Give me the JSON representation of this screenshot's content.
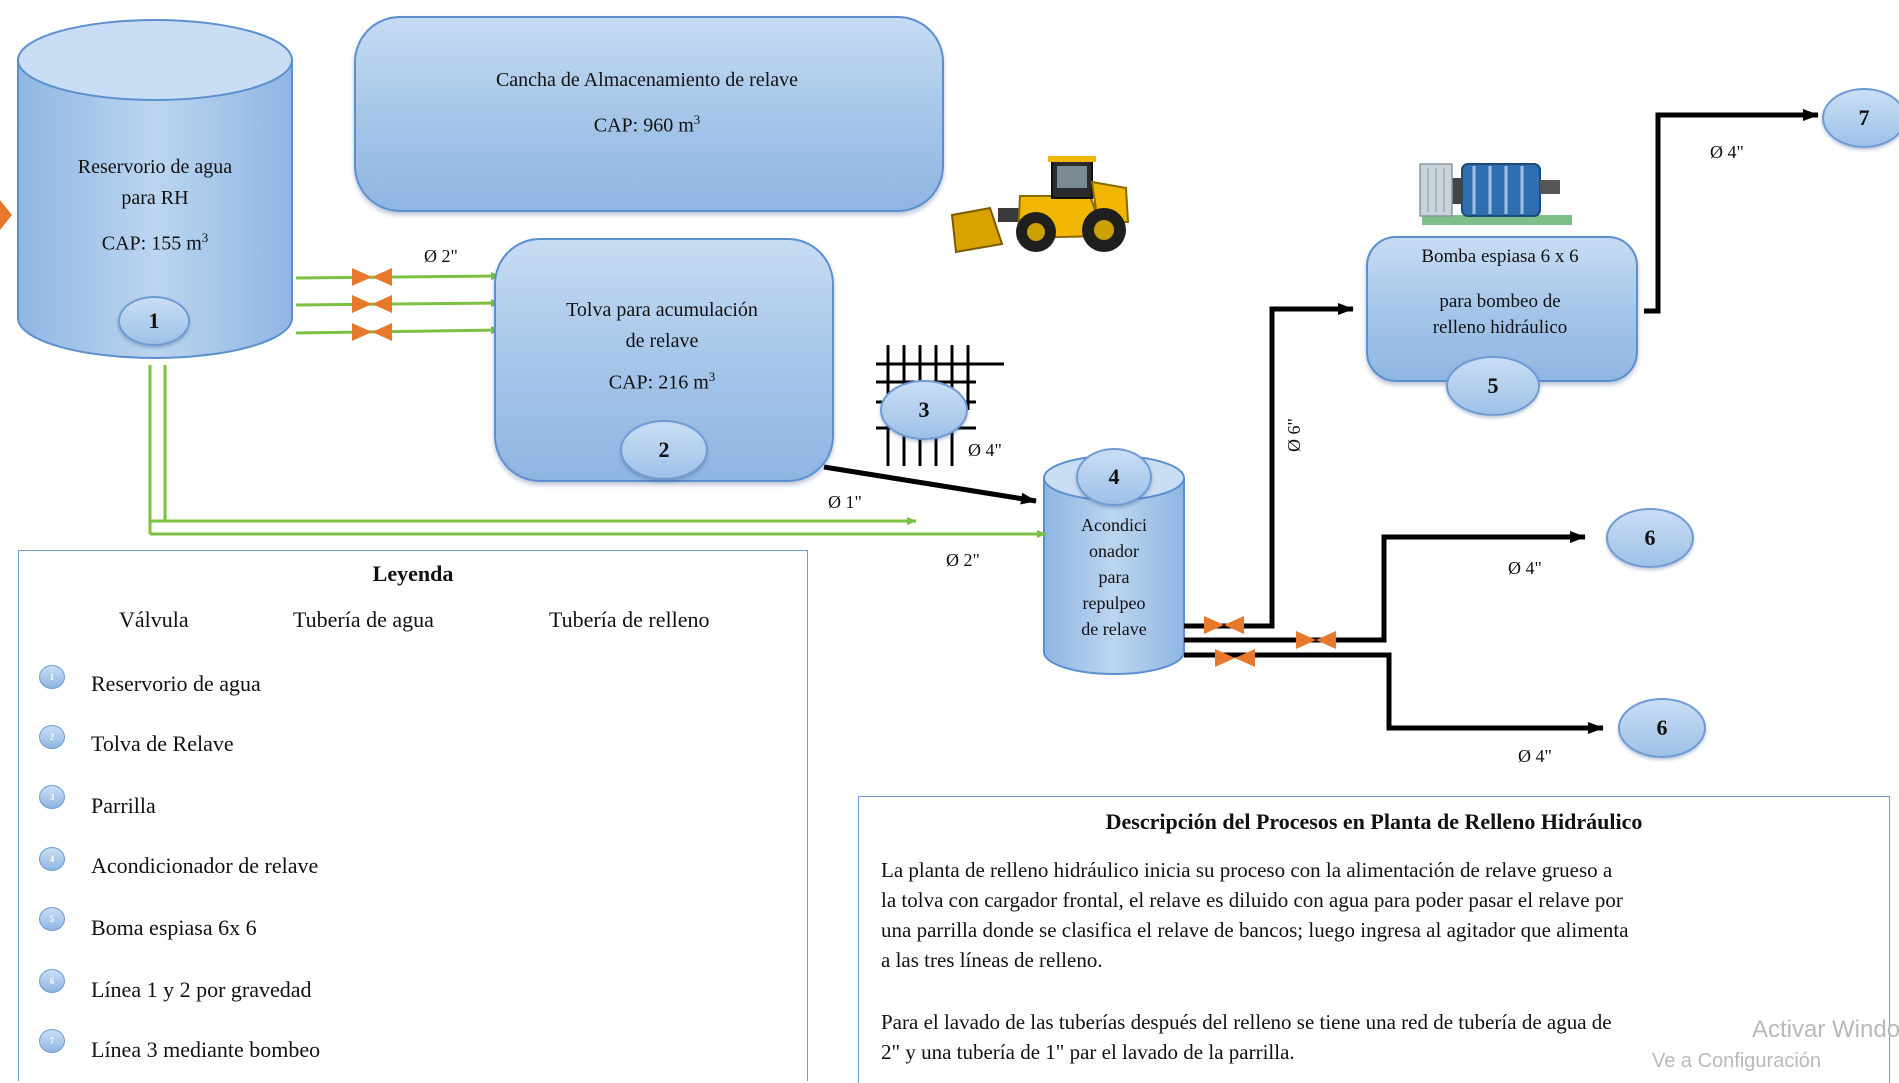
{
  "nodes": {
    "reservoir": {
      "title_line1": "Reservorio de agua",
      "title_line2": "para RH",
      "cap": "CAP: 155 m",
      "cap_sup": "3",
      "num": "1"
    },
    "storage": {
      "title": "Cancha de Almacenamiento de relave",
      "cap": "CAP: 960 m",
      "cap_sup": "3"
    },
    "hopper": {
      "title_line1": "Tolva para acumulación",
      "title_line2": "de relave",
      "cap": "CAP: 216 m",
      "cap_sup": "3",
      "num": "2"
    },
    "grate": {
      "num": "3"
    },
    "conditioner": {
      "num": "4",
      "lines": [
        "Acondici",
        "onador",
        "para",
        "repulpeo",
        "de relave"
      ]
    },
    "pump": {
      "line1": "Bomba espiasa 6 x 6",
      "line2": "para bombeo de",
      "line3": "relleno hidráulico",
      "num": "5"
    },
    "out6a": {
      "num": "6"
    },
    "out6b": {
      "num": "6"
    },
    "out7": {
      "num": "7"
    }
  },
  "pipe_labels": {
    "water_2in_top": "Ø 2\"",
    "grate_4in": "Ø 4\"",
    "water_1in": "Ø 1\"",
    "water_2in_bottom": "Ø 2\"",
    "pump_6in": "Ø 6\"",
    "line7_4in": "Ø 4\"",
    "line6a_4in": "Ø 4\"",
    "line6b_4in": "Ø 4\""
  },
  "legend": {
    "title": "Leyenda",
    "valve_label": "Válvula",
    "water_pipe_label": "Tubería de agua",
    "fill_pipe_label": "Tubería de relleno",
    "items": [
      {
        "num": "1",
        "label": "Reservorio de agua"
      },
      {
        "num": "2",
        "label": "Tolva de Relave"
      },
      {
        "num": "3",
        "label": "Parrilla"
      },
      {
        "num": "4",
        "label": "Acondicionador de relave"
      },
      {
        "num": "5",
        "label": "Boma espiasa 6x 6"
      },
      {
        "num": "6",
        "label": "Línea 1 y 2 por gravedad"
      },
      {
        "num": "7",
        "label": "Línea 3 mediante bombeo"
      }
    ]
  },
  "description": {
    "title": "Descripción del Procesos en Planta de Relleno Hidráulico",
    "para1_lines": [
      "La planta de relleno hidráulico inicia su proceso con la alimentación de relave grueso a",
      "la tolva con cargador frontal, el relave es diluido con agua para poder pasar el relave por",
      "una parrilla donde se clasifica el relave de bancos; luego ingresa al agitador que alimenta",
      "a las tres líneas de relleno."
    ],
    "para2_lines": [
      "Para el lavado de las tuberías después del relleno se tiene una red de tubería de agua de",
      "2\" y una tubería de 1\" par el lavado de la parrilla."
    ]
  },
  "watermark": {
    "line1": "Activar Windows",
    "line2": "Ve a Configuración"
  },
  "colors": {
    "box_fill": "#a9c8ea",
    "box_border": "#5b8fcf",
    "water_pipe": "#7cc142",
    "fill_pipe": "#000000",
    "valve": "#e8782c",
    "loader_body": "#f2b705"
  }
}
